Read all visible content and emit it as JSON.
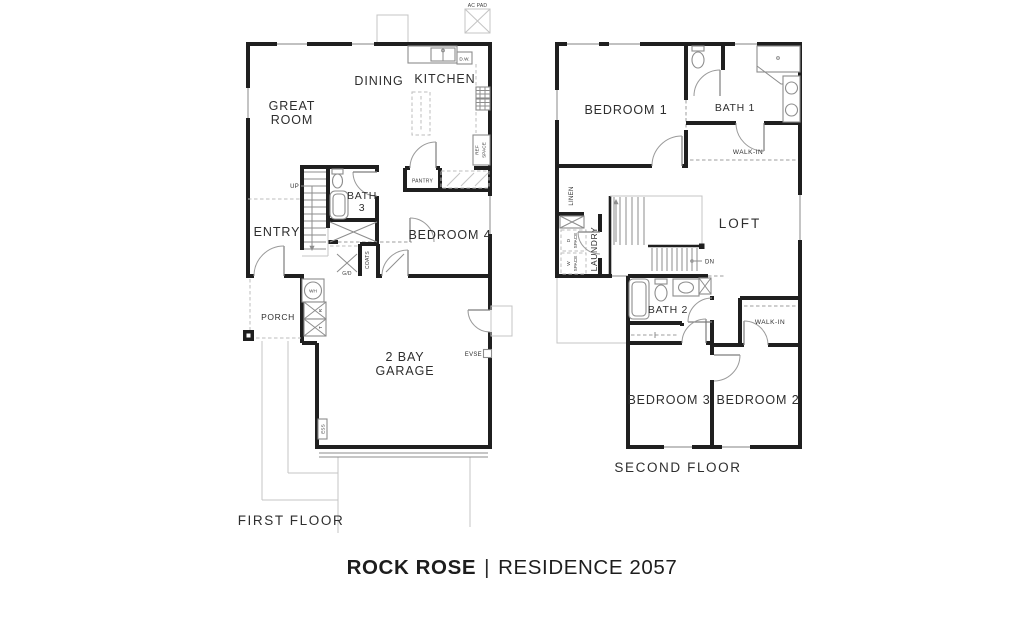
{
  "title": {
    "name": "ROCK ROSE",
    "separator": "|",
    "residence": "RESIDENCE 2057"
  },
  "first_floor": {
    "caption": "FIRST FLOOR",
    "rooms": {
      "great_room": [
        "GREAT",
        "ROOM"
      ],
      "dining": "DINING",
      "kitchen": "KITCHEN",
      "entry": "ENTRY",
      "bath3": [
        "BATH",
        "3"
      ],
      "bedroom4": "BEDROOM 4",
      "porch": "PORCH",
      "garage": [
        "2 BAY",
        "GARAGE"
      ]
    },
    "labels": {
      "ac_pad": "AC PAD",
      "dw": "D.W.",
      "ref": [
        "REF",
        "SPACE"
      ],
      "pantry": "PANTRY",
      "up": "UP",
      "coats": "COATS",
      "gd": "G/D",
      "wh": "WH",
      "t": "T",
      "r": "R",
      "evse": "EVSE",
      "ess": "ESS"
    }
  },
  "second_floor": {
    "caption": "SECOND FLOOR",
    "rooms": {
      "bedroom1": "BEDROOM 1",
      "bath1": "BATH 1",
      "walk_in1": "WALK-IN",
      "loft": "LOFT",
      "bath2": "BATH 2",
      "walk_in2": "WALK-IN",
      "bedroom3": "BEDROOM 3",
      "bedroom2": "BEDROOM 2"
    },
    "labels": {
      "linen": "LINEN",
      "laundry": "LAUNDRY",
      "d_space": [
        "D",
        "SPACE"
      ],
      "w_space": [
        "W",
        "SPACE"
      ],
      "dn": "DN"
    }
  },
  "colors": {
    "wall": "#1f1f1f",
    "text": "#2e2e2e",
    "line": "#9c9c9c",
    "faint": "#c4c4c4",
    "background": "#ffffff"
  }
}
